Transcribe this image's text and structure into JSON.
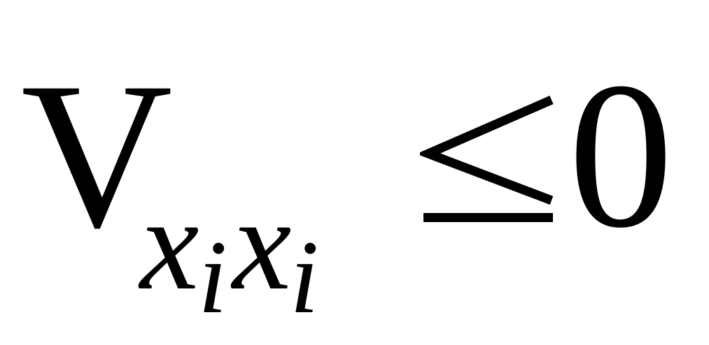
{
  "formula": {
    "main_symbol": "V",
    "subscript": [
      {
        "base": "x",
        "index": "i"
      },
      {
        "base": "x",
        "index": "i"
      }
    ],
    "relation": "≤",
    "rhs": "0"
  }
}
